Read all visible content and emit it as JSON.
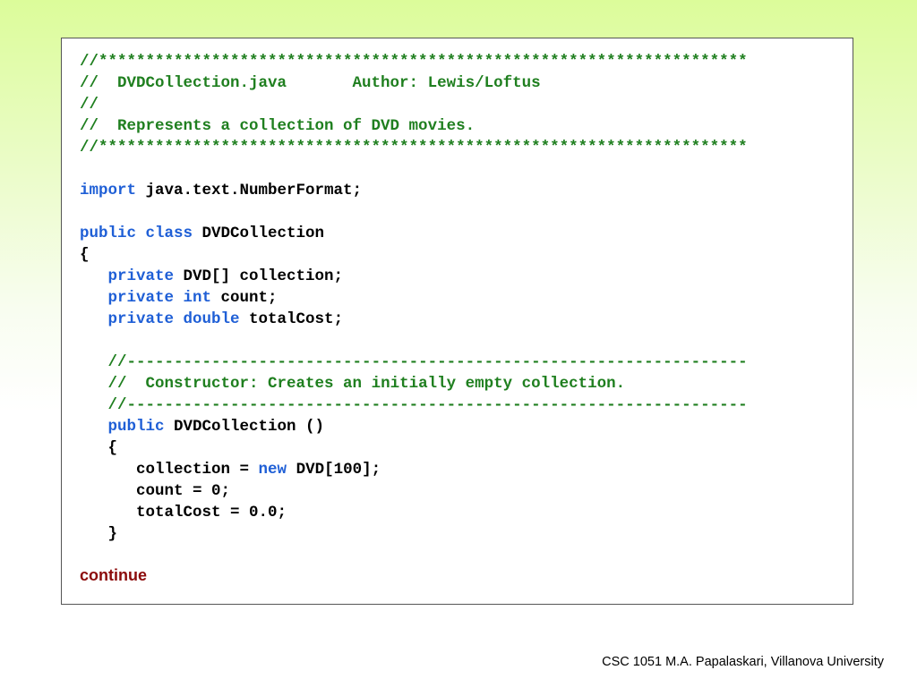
{
  "code_lines": [
    [
      {
        "t": "cm",
        "s": "//*********************************************************************"
      }
    ],
    [
      {
        "t": "cm",
        "s": "//  DVDCollection.java       Author: Lewis/Loftus"
      }
    ],
    [
      {
        "t": "cm",
        "s": "//"
      }
    ],
    [
      {
        "t": "cm",
        "s": "//  Represents a collection of DVD movies."
      }
    ],
    [
      {
        "t": "cm",
        "s": "//*********************************************************************"
      }
    ],
    [],
    [
      {
        "t": "kw",
        "s": "import"
      },
      {
        "t": "tx",
        "s": " java.text.NumberFormat;"
      }
    ],
    [],
    [
      {
        "t": "kw",
        "s": "public class"
      },
      {
        "t": "tx",
        "s": " DVDCollection"
      }
    ],
    [
      {
        "t": "tx",
        "s": "{"
      }
    ],
    [
      {
        "t": "tx",
        "s": "   "
      },
      {
        "t": "kw",
        "s": "private"
      },
      {
        "t": "tx",
        "s": " DVD[] collection;"
      }
    ],
    [
      {
        "t": "tx",
        "s": "   "
      },
      {
        "t": "kw",
        "s": "private int"
      },
      {
        "t": "tx",
        "s": " count;"
      }
    ],
    [
      {
        "t": "tx",
        "s": "   "
      },
      {
        "t": "kw",
        "s": "private double"
      },
      {
        "t": "tx",
        "s": " totalCost;"
      }
    ],
    [],
    [
      {
        "t": "tx",
        "s": "   "
      },
      {
        "t": "cm",
        "s": "//------------------------------------------------------------------"
      }
    ],
    [
      {
        "t": "tx",
        "s": "   "
      },
      {
        "t": "cm",
        "s": "//  Constructor: Creates an initially empty collection."
      }
    ],
    [
      {
        "t": "tx",
        "s": "   "
      },
      {
        "t": "cm",
        "s": "//------------------------------------------------------------------"
      }
    ],
    [
      {
        "t": "tx",
        "s": "   "
      },
      {
        "t": "kw",
        "s": "public"
      },
      {
        "t": "tx",
        "s": " DVDCollection ()"
      }
    ],
    [
      {
        "t": "tx",
        "s": "   {"
      }
    ],
    [
      {
        "t": "tx",
        "s": "      collection = "
      },
      {
        "t": "kw",
        "s": "new"
      },
      {
        "t": "tx",
        "s": " DVD[100];"
      }
    ],
    [
      {
        "t": "tx",
        "s": "      count = 0;"
      }
    ],
    [
      {
        "t": "tx",
        "s": "      totalCost = 0.0;"
      }
    ],
    [
      {
        "t": "tx",
        "s": "   }"
      }
    ]
  ],
  "continue_label": "continue",
  "footer_text": "CSC 1051 M.A. Papalaskari, Villanova University",
  "colors": {
    "comment": "#1f7f1f",
    "keyword": "#1f5fd6",
    "continue": "#8b0a0a"
  }
}
